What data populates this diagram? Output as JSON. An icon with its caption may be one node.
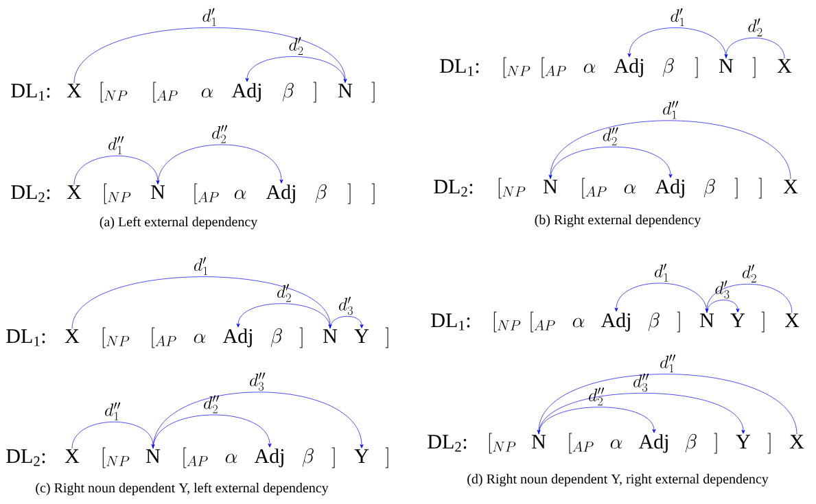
{
  "diagram": {
    "nodes": [
      {
        "text": [
          "X"
        ]
      },
      {
        "text": [
          "Adj"
        ]
      },
      {
        "text": [
          "N"
        ]
      },
      {
        "text": [
          "X"
        ]
      },
      {
        "text": [
          "N"
        ]
      },
      {
        "text": [
          "Adj"
        ]
      },
      {
        "text": [
          "Adj"
        ]
      },
      {
        "text": [
          "N"
        ]
      },
      {
        "text": [
          "X"
        ]
      },
      {
        "text": [
          "N"
        ]
      },
      {
        "text": [
          "Adj"
        ]
      },
      {
        "text": [
          "X"
        ]
      },
      {
        "text": [
          "X"
        ]
      },
      {
        "text": [
          "Adj"
        ]
      },
      {
        "text": [
          "N"
        ]
      },
      {
        "text": [
          "Y"
        ]
      },
      {
        "text": [
          "X"
        ]
      },
      {
        "text": [
          "N"
        ]
      },
      {
        "text": [
          "Adj"
        ]
      },
      {
        "text": [
          "Y"
        ]
      },
      {
        "text": [
          "Adj"
        ]
      },
      {
        "text": [
          "N"
        ]
      },
      {
        "text": [
          "Y"
        ]
      },
      {
        "text": [
          "X"
        ]
      },
      {
        "text": [
          "N"
        ]
      },
      {
        "text": [
          "Adj"
        ]
      },
      {
        "text": [
          "Y"
        ]
      },
      {
        "text": [
          "X"
        ]
      }
    ],
    "edges": [
      {
        "from": 0,
        "to": 2,
        "arrow": "to",
        "label": "d'_1"
      },
      {
        "from": 2,
        "to": 1,
        "arrow": "to",
        "label": "d'_2"
      },
      {
        "from": 3,
        "to": 4,
        "arrow": "to",
        "label": "d''_1"
      },
      {
        "from": 4,
        "to": 5,
        "arrow": "to",
        "label": "d''_2"
      },
      {
        "from": 7,
        "to": 6,
        "arrow": "to",
        "label": "d'_1"
      },
      {
        "from": 8,
        "to": 7,
        "arrow": "to",
        "label": "d'_2"
      },
      {
        "from": 11,
        "to": 9,
        "arrow": "to",
        "label": "d''_1"
      },
      {
        "from": 9,
        "to": 10,
        "arrow": "to",
        "label": "d''_2"
      },
      {
        "from": 12,
        "to": 14,
        "arrow": "to",
        "label": "d'_1"
      },
      {
        "from": 14,
        "to": 13,
        "arrow": "to",
        "label": "d'_2"
      },
      {
        "from": 14,
        "to": 15,
        "arrow": "to",
        "label": "d'_3"
      },
      {
        "from": 16,
        "to": 17,
        "arrow": "to",
        "label": "d''_1"
      },
      {
        "from": 17,
        "to": 18,
        "arrow": "to",
        "label": "d''_2"
      },
      {
        "from": 17,
        "to": 19,
        "arrow": "to",
        "label": "d''_3"
      },
      {
        "from": 21,
        "to": 20,
        "arrow": "to",
        "label": "d'_1"
      },
      {
        "from": 23,
        "to": 21,
        "arrow": "to",
        "label": "d'_2"
      },
      {
        "from": 21,
        "to": 22,
        "arrow": "to",
        "label": "d'_3"
      },
      {
        "from": 27,
        "to": 24,
        "arrow": "to",
        "label": "d''_1"
      },
      {
        "from": 24,
        "to": 25,
        "arrow": "to",
        "label": "d''_2"
      },
      {
        "from": 24,
        "to": 26,
        "arrow": "to",
        "label": "d''_3"
      }
    ],
    "labels": [
      "DL$_{1}$:",
      "[_{NP}",
      "[_{AP}",
      "\\alpha",
      "\\beta",
      "]",
      "]",
      "DL$_{2}$:",
      "[_{NP}",
      "[_{AP}",
      "\\alpha",
      "\\beta",
      "]",
      "]",
      "(a) Left external dependency",
      "DL$_{1}$:",
      "[_{NP}",
      "[_{AP}",
      "\\alpha",
      "\\beta",
      "]",
      "]",
      "DL$_{2}$:",
      "[_{NP}",
      "[_{AP}",
      "\\alpha",
      "\\beta",
      "]",
      "]",
      "(b) Right external dependency",
      "DL$_{1}$:",
      "[_{NP}",
      "[_{AP}",
      "\\alpha",
      "\\beta",
      "]",
      "]",
      "DL$_{2}$:",
      "[_{NP}",
      "[_{AP}",
      "\\alpha",
      "\\beta",
      "]",
      "]",
      "(c) Right noun dependent Y, left external dependency",
      "DL$_{1}$:",
      "[_{NP}",
      "[_{AP}",
      "\\alpha",
      "\\beta",
      "]",
      "]",
      "DL$_{2}$:",
      "[_{NP}",
      "[_{AP}",
      "\\alpha",
      "\\beta",
      "]",
      "]",
      "(d) Right noun dependent Y, right external dependency"
    ]
  }
}
